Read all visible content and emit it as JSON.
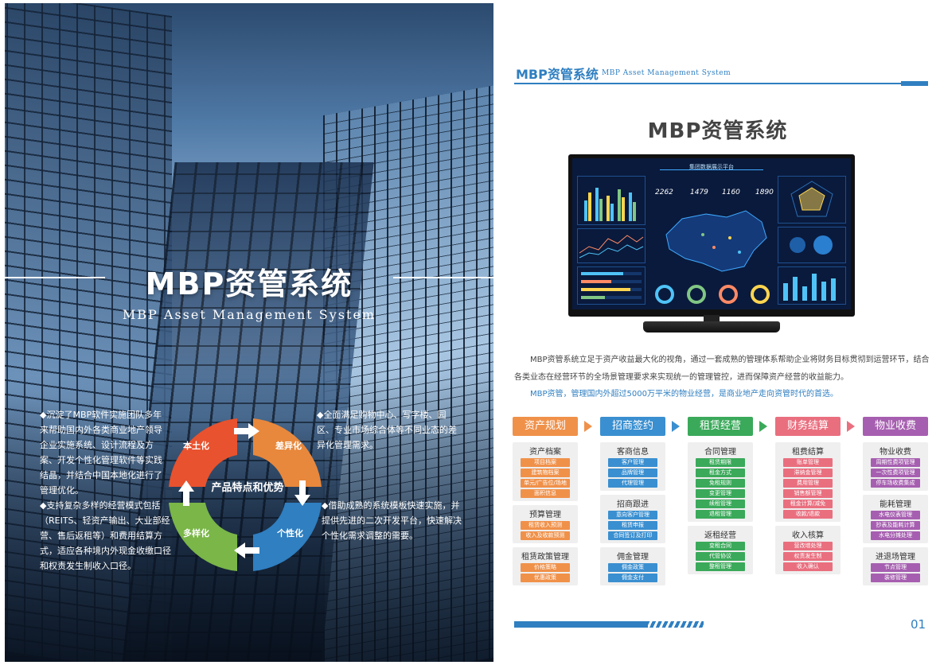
{
  "left": {
    "title": "MBP资管系统",
    "subtitle": "MBP Asset Management System",
    "para_top_left": "◆沉淀了MBP软件实施团队多年来帮助国内外各类商业地产领导企业实施系统、设计流程及方案、开发个性化管理软件等实践结晶，并结合中国本地化进行了管理优化。",
    "para_top_right": "◆全面满足购物中心、写字楼、园区、专业市场综合体等不同业态的差异化管理需求。",
    "para_bottom_left": "◆支持复杂多样的经营模式包括（REITS、轻资产输出、大业部经营、售后返租等）和费用结算方式，适应各种境内外现金收缴口径和权责发生制收入口径。",
    "para_bottom_right": "◆借助成熟的系统模板快速实施，并提供先进的二次开发平台，快速解决个性化需求调整的需要。",
    "wheel": {
      "center": "产品特点和优势",
      "segments": [
        {
          "label": "本土化",
          "color": "#e8522e"
        },
        {
          "label": "差异化",
          "color": "#e8883c"
        },
        {
          "label": "个性化",
          "color": "#2f7fc1"
        },
        {
          "label": "多样化",
          "color": "#7ab648"
        }
      ]
    }
  },
  "right": {
    "header_title": "MBP资管系统",
    "header_sub": "MBP Asset Management System",
    "main_title": "MBP资管系统",
    "screen": {
      "title": "集团数据展示平台",
      "stats": [
        "2262",
        "1479",
        "1160",
        "1890"
      ]
    },
    "intro": "MBP资管系统立足于资产收益最大化的视角，通过一套成熟的管理体系帮助企业将财务目标贯彻到运营环节，结合各类业态在经营环节的全场景管理要求来实现统一的管理管控，进而保障资产经营的收益能力。",
    "intro2": "MBP资管，管理国内外超过5000万平米的物业经营，是商业地产走向资管时代的首选。",
    "page_number": "01",
    "columns": [
      {
        "head": "资产规划",
        "color": "#f0914a",
        "chip": "#f0914a",
        "boxes": [
          {
            "title": "资产档案",
            "items": [
              "项目档案",
              "建筑物档案",
              "单元/广告位/场地",
              "面积信息"
            ]
          },
          {
            "title": "预算管理",
            "items": [
              "租赁收入预测",
              "收入及收款预测"
            ]
          },
          {
            "title": "租赁政策管理",
            "items": [
              "价格策略",
              "优惠政策"
            ]
          }
        ]
      },
      {
        "head": "招商签约",
        "color": "#3a8fd0",
        "chip": "#3a8fd0",
        "boxes": [
          {
            "title": "客商信息",
            "items": [
              "客户管理",
              "品牌管理",
              "代理管理"
            ]
          },
          {
            "title": "招商跟进",
            "items": [
              "意向客户管理",
              "租赁申报",
              "合同签订及打印"
            ]
          },
          {
            "title": "佣金管理",
            "items": [
              "佣金政策",
              "佣金支付"
            ]
          }
        ]
      },
      {
        "head": "租赁经营",
        "color": "#3aa95a",
        "chip": "#3aa95a",
        "boxes": [
          {
            "title": "合同管理",
            "items": [
              "租赁期限",
              "租金方式",
              "免租规则",
              "变更管理",
              "续租管理",
              "退租管理"
            ]
          },
          {
            "title": "返租经营",
            "items": [
              "变租合同",
              "代管协议",
              "整租管理"
            ]
          }
        ]
      },
      {
        "head": "财务结算",
        "color": "#e96f7f",
        "chip": "#e96f7f",
        "boxes": [
          {
            "title": "租费结算",
            "items": [
              "账单管理",
              "滞纳金管理",
              "费用管理",
              "销售额管理",
              "租金计算/减免",
              "收款/退款"
            ]
          },
          {
            "title": "收入核算",
            "items": [
              "营改增处理",
              "权责发生制",
              "收入确认"
            ]
          }
        ]
      },
      {
        "head": "物业收费",
        "color": "#a65fb0",
        "chip": "#a65fb0",
        "boxes": [
          {
            "title": "物业收费",
            "items": [
              "周期性费项管理",
              "一次性费项管理",
              "停车场收费集成"
            ]
          },
          {
            "title": "能耗管理",
            "items": [
              "水电仪表管理",
              "抄表及能耗计算",
              "水电分摊处理"
            ]
          },
          {
            "title": "进退场管理",
            "items": [
              "节点管理",
              "装修管理"
            ]
          }
        ]
      }
    ]
  }
}
